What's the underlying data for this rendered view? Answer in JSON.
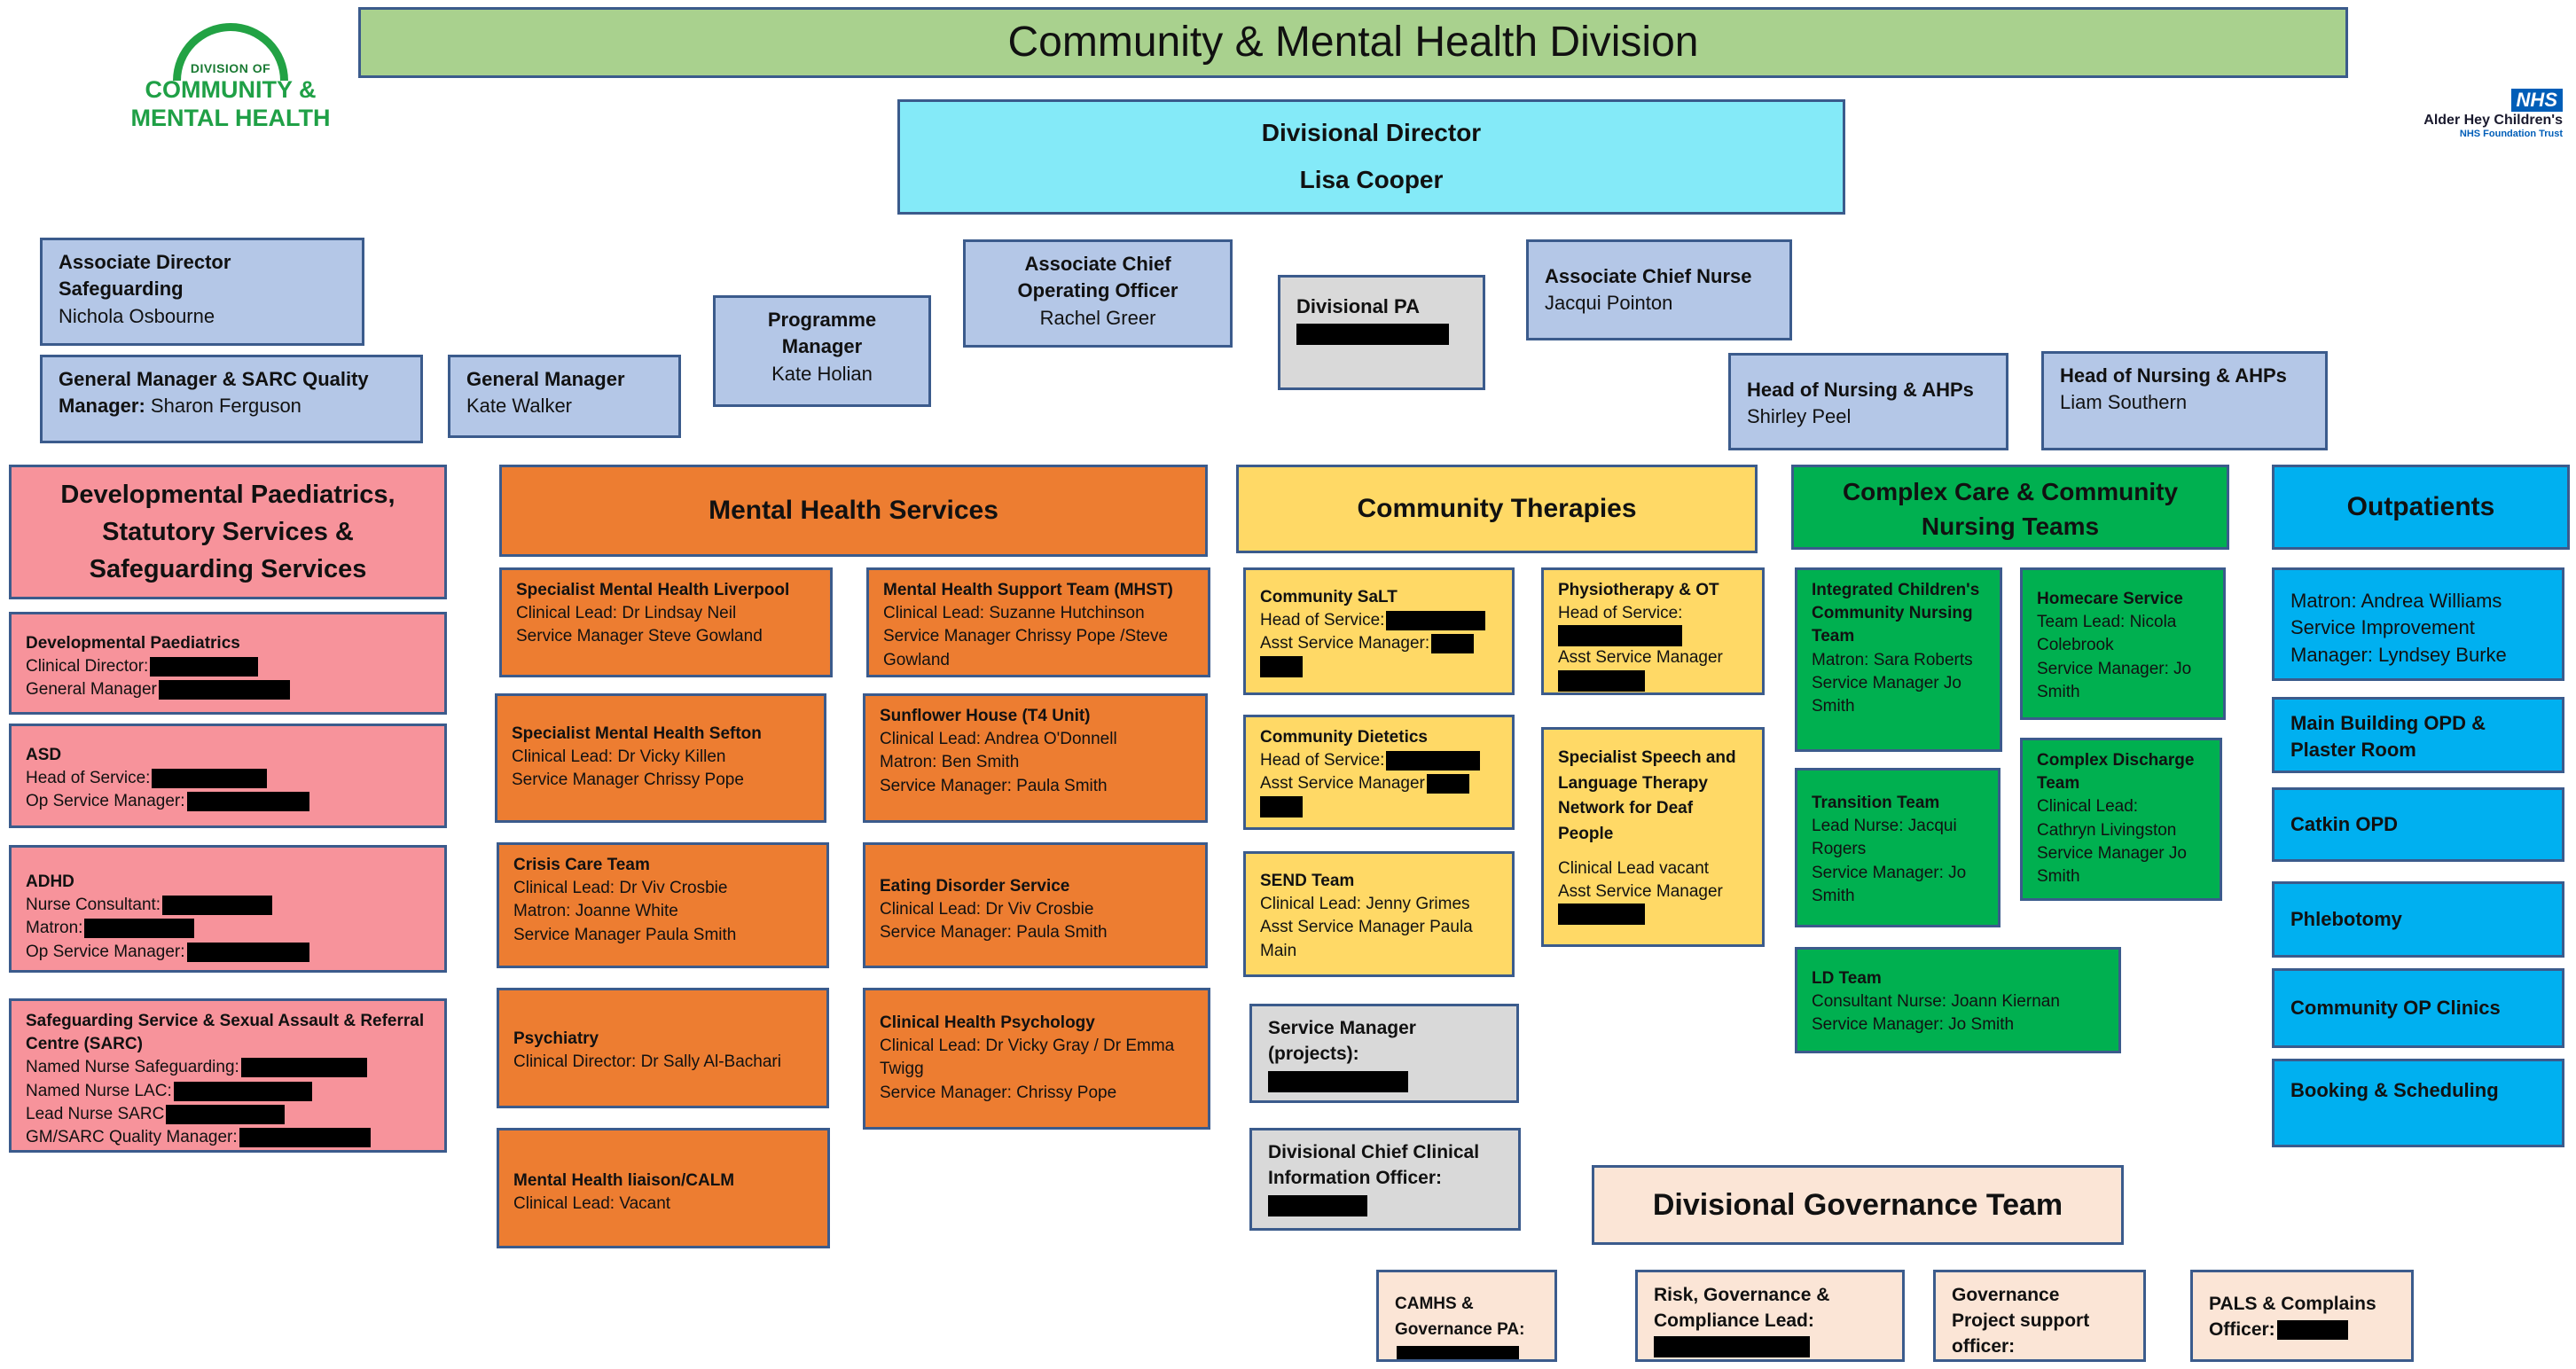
{
  "logo_left": {
    "small": "DIVISION OF",
    "line1": "COMMUNITY &",
    "line2": "MENTAL HEALTH"
  },
  "logo_right": {
    "nhs": "NHS",
    "org": "Alder Hey Children's",
    "trust": "NHS Foundation Trust"
  },
  "title": "Community & Mental Health Division",
  "director": {
    "role": "Divisional Director",
    "name": "Lisa Cooper"
  },
  "leaders": {
    "assoc_dir_safeguarding": {
      "role": "Associate Director Safeguarding",
      "name": "Nichola Osbourne"
    },
    "gm_sarc": {
      "role": "General Manager & SARC Quality Manager:",
      "name": "Sharon Ferguson"
    },
    "gm": {
      "role": "General Manager",
      "name": "Kate Walker"
    },
    "programme_manager": {
      "role": "Programme Manager",
      "name": "Kate Holian"
    },
    "acoo": {
      "role": "Associate Chief Operating Officer",
      "name": "Rachel Greer"
    },
    "divisional_pa": {
      "role": "Divisional PA"
    },
    "acn": {
      "role": "Associate Chief Nurse",
      "name": "Jacqui Pointon"
    },
    "hon_1": {
      "role": "Head of Nursing & AHPs",
      "name": "Shirley Peel"
    },
    "hon_2": {
      "role": "Head of Nursing & AHPs",
      "name": "Liam Southern"
    }
  },
  "developmental": {
    "header": "Developmental Paediatrics, Statutory Services & Safeguarding Services",
    "teams": [
      {
        "title": "Developmental Paediatrics",
        "lines": [
          "Clinical Director:",
          "General Manager"
        ]
      },
      {
        "title": "ASD",
        "lines": [
          "Head of Service:",
          "Op Service Manager:"
        ]
      },
      {
        "title": "ADHD",
        "lines": [
          "Nurse Consultant:",
          "Matron:",
          "Op Service Manager:"
        ]
      },
      {
        "title": "Safeguarding Service & Sexual Assault & Referral Centre (SARC)",
        "lines": [
          "Named Nurse Safeguarding:",
          "Named Nurse LAC:",
          "Lead Nurse SARC",
          "GM/SARC Quality Manager:"
        ]
      }
    ]
  },
  "mental_health": {
    "header": "Mental Health Services",
    "teams": [
      {
        "title": "Specialist Mental Health Liverpool",
        "lines": [
          "Clinical Lead: Dr Lindsay Neil",
          "Service Manager Steve Gowland"
        ]
      },
      {
        "title": "Mental Health Support Team (MHST)",
        "lines": [
          "Clinical Lead: Suzanne Hutchinson",
          "Service Manager Chrissy Pope /Steve Gowland"
        ]
      },
      {
        "title": "Specialist Mental Health Sefton",
        "lines": [
          "Clinical Lead: Dr Vicky Killen",
          "Service Manager Chrissy Pope"
        ]
      },
      {
        "title": "Sunflower House (T4 Unit)",
        "lines": [
          "Clinical Lead: Andrea O'Donnell",
          "Matron: Ben Smith",
          "Service Manager: Paula Smith"
        ]
      },
      {
        "title": "Crisis Care Team",
        "lines": [
          "Clinical Lead: Dr Viv Crosbie",
          "Matron: Joanne White",
          "Service Manager Paula Smith"
        ]
      },
      {
        "title": "Eating Disorder Service",
        "lines": [
          "Clinical Lead: Dr Viv Crosbie",
          "Service Manager: Paula Smith"
        ]
      },
      {
        "title": "Psychiatry",
        "lines": [
          "Clinical Director: Dr Sally Al-Bachari"
        ]
      },
      {
        "title": "Clinical Health Psychology",
        "lines": [
          "Clinical Lead: Dr Vicky Gray / Dr Emma Twigg",
          "Service Manager: Chrissy Pope"
        ]
      },
      {
        "title": "Mental Health liaison/CALM",
        "lines": [
          "Clinical Lead: Vacant"
        ]
      }
    ]
  },
  "community_therapies": {
    "header": "Community Therapies",
    "teams": [
      {
        "title": "Community SaLT",
        "lines": [
          "Head of Service:",
          "Asst Service Manager:"
        ]
      },
      {
        "title": "Physiotherapy & OT",
        "lines": [
          "Head of Service:",
          "Asst Service Manager"
        ]
      },
      {
        "title": "Community Dietetics",
        "lines": [
          "Head of Service:",
          "Asst Service Manager"
        ]
      },
      {
        "title": "Specialist Speech and Language Therapy Network for Deaf People",
        "lines": [
          "Clinical Lead vacant",
          "Asst Service Manager"
        ]
      },
      {
        "title": "SEND Team",
        "lines": [
          "Clinical Lead: Jenny Grimes",
          "Asst Service Manager Paula Main"
        ]
      }
    ],
    "service_manager": "Service Manager (projects):",
    "cclio": "Divisional Chief Clinical Information Officer:"
  },
  "complex_care": {
    "header_line1": "Complex Care & Community",
    "header_line2": "Nursing Teams",
    "teams": [
      {
        "title": "Integrated Children's Community Nursing Team",
        "lines": [
          "Matron: Sara Roberts",
          "Service Manager Jo Smith"
        ]
      },
      {
        "title": "Homecare Service",
        "lines": [
          "Team Lead: Nicola Colebrook",
          "Service Manager: Jo Smith"
        ]
      },
      {
        "title": "Transition Team",
        "lines": [
          "Lead Nurse: Jacqui Rogers",
          "Service Manager: Jo Smith"
        ]
      },
      {
        "title": "Complex Discharge Team",
        "lines": [
          "Clinical Lead:",
          "Cathryn Livingston",
          "Service Manager Jo Smith"
        ]
      },
      {
        "title": "LD Team",
        "lines": [
          "Consultant Nurse: Joann Kiernan",
          "Service Manager: Jo Smith"
        ]
      }
    ]
  },
  "outpatients": {
    "header": "Outpatients",
    "info": [
      "Matron: Andrea Williams",
      "Service Improvement Manager: Lyndsey Burke"
    ],
    "items": [
      "Main Building OPD & Plaster Room",
      "Catkin OPD",
      "Phlebotomy",
      "Community OP Clinics",
      "Booking & Scheduling"
    ]
  },
  "governance": {
    "header": "Divisional Governance Team",
    "items": [
      "CAMHS & Governance PA:",
      "Risk, Governance & Compliance Lead:",
      "Governance Project support officer:",
      "PALS & Complains Officer:"
    ]
  },
  "colors": {
    "title": "#a9d18e",
    "director": "#84eaf8",
    "leaders": "#b4c7e7",
    "grey": "#d9d9d9",
    "developmental": "#f7939b",
    "mental_health": "#ed7d31",
    "therapies": "#ffd966",
    "complex_care": "#00b050",
    "outpatients": "#00b0f0",
    "governance": "#fbe5d6"
  }
}
